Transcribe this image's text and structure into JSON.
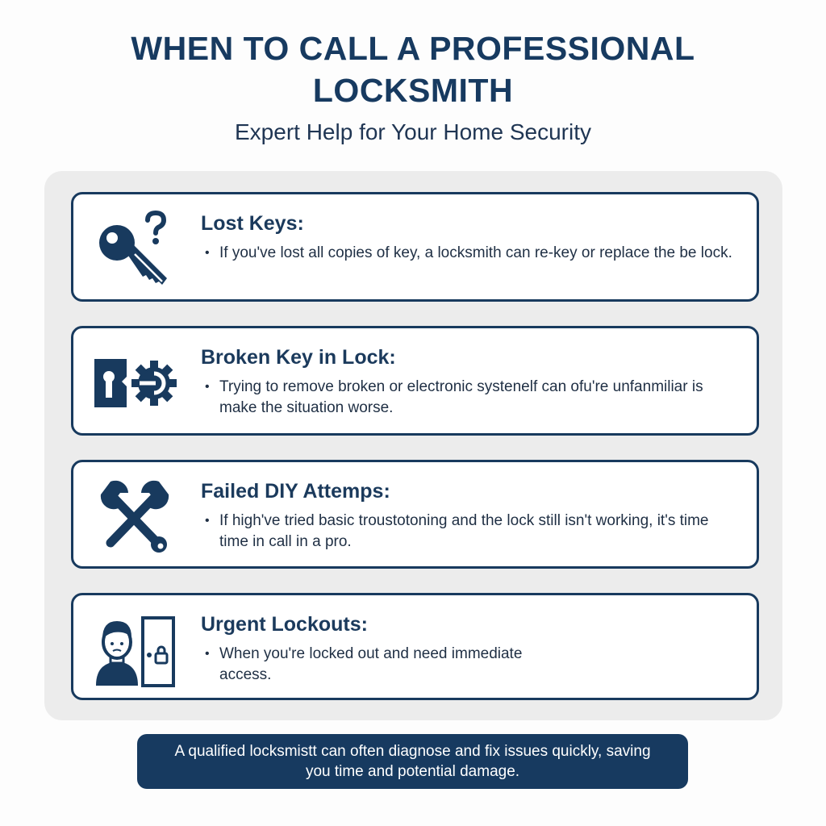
{
  "header": {
    "title_line1": "WHEN TO CALL A PROFESSIONAL",
    "title_line2": "LOCKSMITH",
    "subtitle": "Expert Help for Your Home Security"
  },
  "colors": {
    "navy": "#173a60",
    "panel_bg": "#ececec",
    "card_bg": "#ffffff",
    "text_dark": "#1f2f44"
  },
  "cards": [
    {
      "icon": "key-question-icon",
      "heading": "Lost Keys:",
      "bullet": "If you've lost all copies of key, a locksmith can re-key or replace the be lock."
    },
    {
      "icon": "keyhole-gear-icon",
      "heading": "Broken Key in Lock:",
      "bullet": "Trying to remove broken or electronic systenelf can ofu're unfanmiliar is make the situation worse."
    },
    {
      "icon": "crossed-wrenches-icon",
      "heading": "Failed DIY Attemps:",
      "bullet": "If high've tried basic troustotoning and the lock still isn't working, it's time time in call in a pro."
    },
    {
      "icon": "person-locked-door-icon",
      "heading": "Urgent Lockouts:",
      "bullet": "When you're locked out and need immediate access."
    }
  ],
  "footer": {
    "text": "A qualified locksmistt can often diagnose and fix issues quickly, saving you time and potential damage."
  }
}
